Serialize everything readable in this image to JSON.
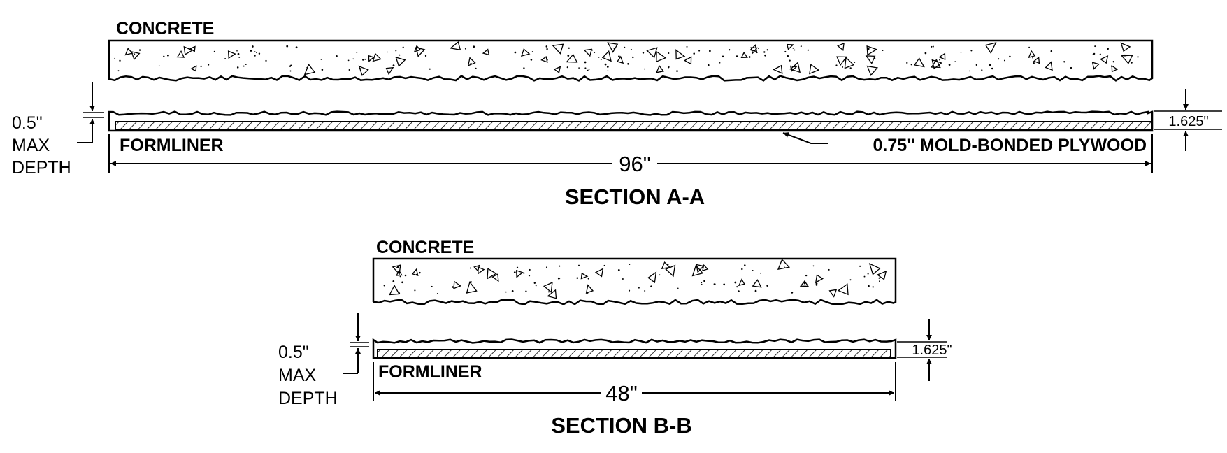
{
  "section_a": {
    "concrete_label": "CONCRETE",
    "formliner_label": "FORMLINER",
    "plywood_label": "0.75\" MOLD-BONDED PLYWOOD",
    "width_label": "96\"",
    "thickness_label": "1.625\"",
    "depth_label": [
      "0.5\"",
      "MAX",
      "DEPTH"
    ],
    "title": "SECTION A-A"
  },
  "section_b": {
    "concrete_label": "CONCRETE",
    "formliner_label": "FORMLINER",
    "width_label": "48\"",
    "thickness_label": "1.625\"",
    "depth_label": [
      "0.5\"",
      "MAX",
      "DEPTH"
    ],
    "title": "SECTION B-B"
  },
  "colors": {
    "ink": "#000000",
    "paper": "#ffffff"
  }
}
